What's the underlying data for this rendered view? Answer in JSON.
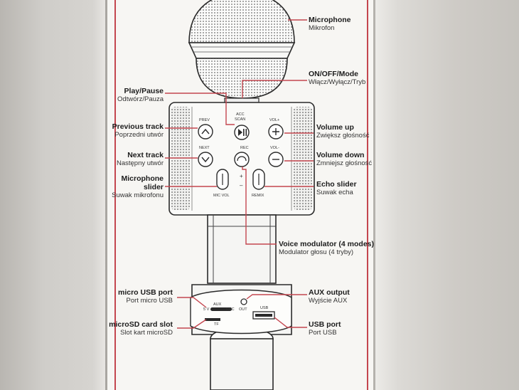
{
  "labels": {
    "microphone": {
      "title": "Microphone",
      "sub": "Mikrofon"
    },
    "onoff": {
      "title": "ON/OFF/Mode",
      "sub": "Włącz/Wyłącz/Tryb"
    },
    "playpause": {
      "title": "Play/Pause",
      "sub": "Odtwórz/Pauza"
    },
    "prevtrack": {
      "title": "Previous track",
      "sub": "Poprzedni utwór"
    },
    "volup": {
      "title": "Volume up",
      "sub": "Zwiększ głośność"
    },
    "nexttrack": {
      "title": "Next track",
      "sub": "Następny utwór"
    },
    "voldown": {
      "title": "Volume down",
      "sub": "Zmniejsz głośność"
    },
    "micslider": {
      "title1": "Microphone",
      "title2": "slider",
      "sub": "Suwak mikrofonu"
    },
    "echoslider": {
      "title": "Echo slider",
      "sub": "Suwak echa"
    },
    "modulator": {
      "title": "Voice modulator (4 modes)",
      "sub": "Modulator głosu (4 tryby)"
    },
    "microusb": {
      "title": "micro USB port",
      "sub": "Port micro USB"
    },
    "aux": {
      "title": "AUX output",
      "sub": "Wyjście AUX"
    },
    "microsd": {
      "title": "microSD card slot",
      "sub": "Slot kart microSD"
    },
    "usb": {
      "title": "USB port",
      "sub": "Port USB"
    }
  },
  "device": {
    "acc_scan": [
      "ACC",
      "SCAN"
    ],
    "prev": "PREV",
    "next": "NEXT",
    "volplus": "VOL+",
    "volminus": "VOL-",
    "rec": "REC",
    "micvol": "MIC VOL",
    "remix": "REMIX",
    "plus": "+",
    "minus": "–",
    "aux": "AUX",
    "rec2": "REC",
    "fivev": "5 V",
    "out": "OUT",
    "usb": "USB",
    "tf": "TF"
  },
  "colors": {
    "leader": "#c4464f",
    "ink": "#1c1c1c"
  }
}
